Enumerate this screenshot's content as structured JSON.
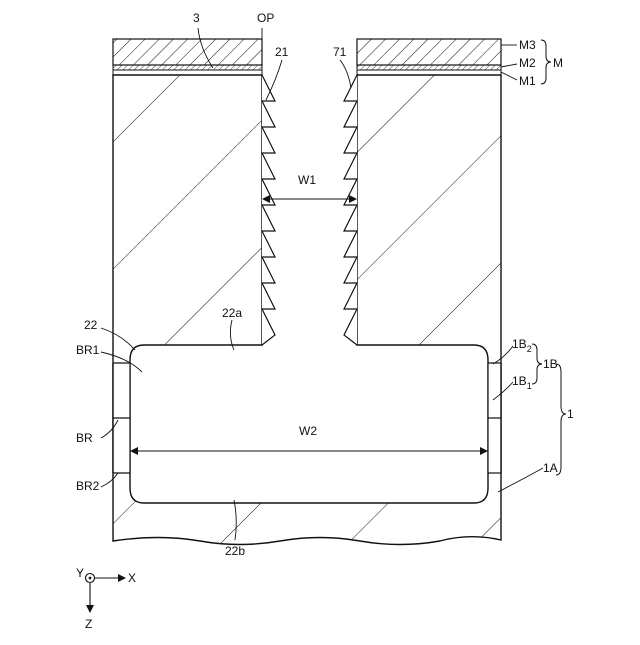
{
  "labels": {
    "ref_3": "3",
    "op": "OP",
    "ref_21": "21",
    "ref_71": "71",
    "m3": "M3",
    "m2": "M2",
    "m1": "M1",
    "m": "M",
    "w1": "W1",
    "w2": "W2",
    "ref_22": "22",
    "ref_22a": "22a",
    "ref_22b": "22b",
    "br1": "BR1",
    "br": "BR",
    "br2": "BR2",
    "b2_main": "1B",
    "b2_sub": "2",
    "b1_main": "1B",
    "b1_sub": "1",
    "b": "1B",
    "one": "1",
    "a": "1A",
    "axis_y": "Y",
    "axis_x": "X",
    "axis_z": "Z"
  },
  "colors": {
    "line": "#111111",
    "background": "#ffffff"
  }
}
